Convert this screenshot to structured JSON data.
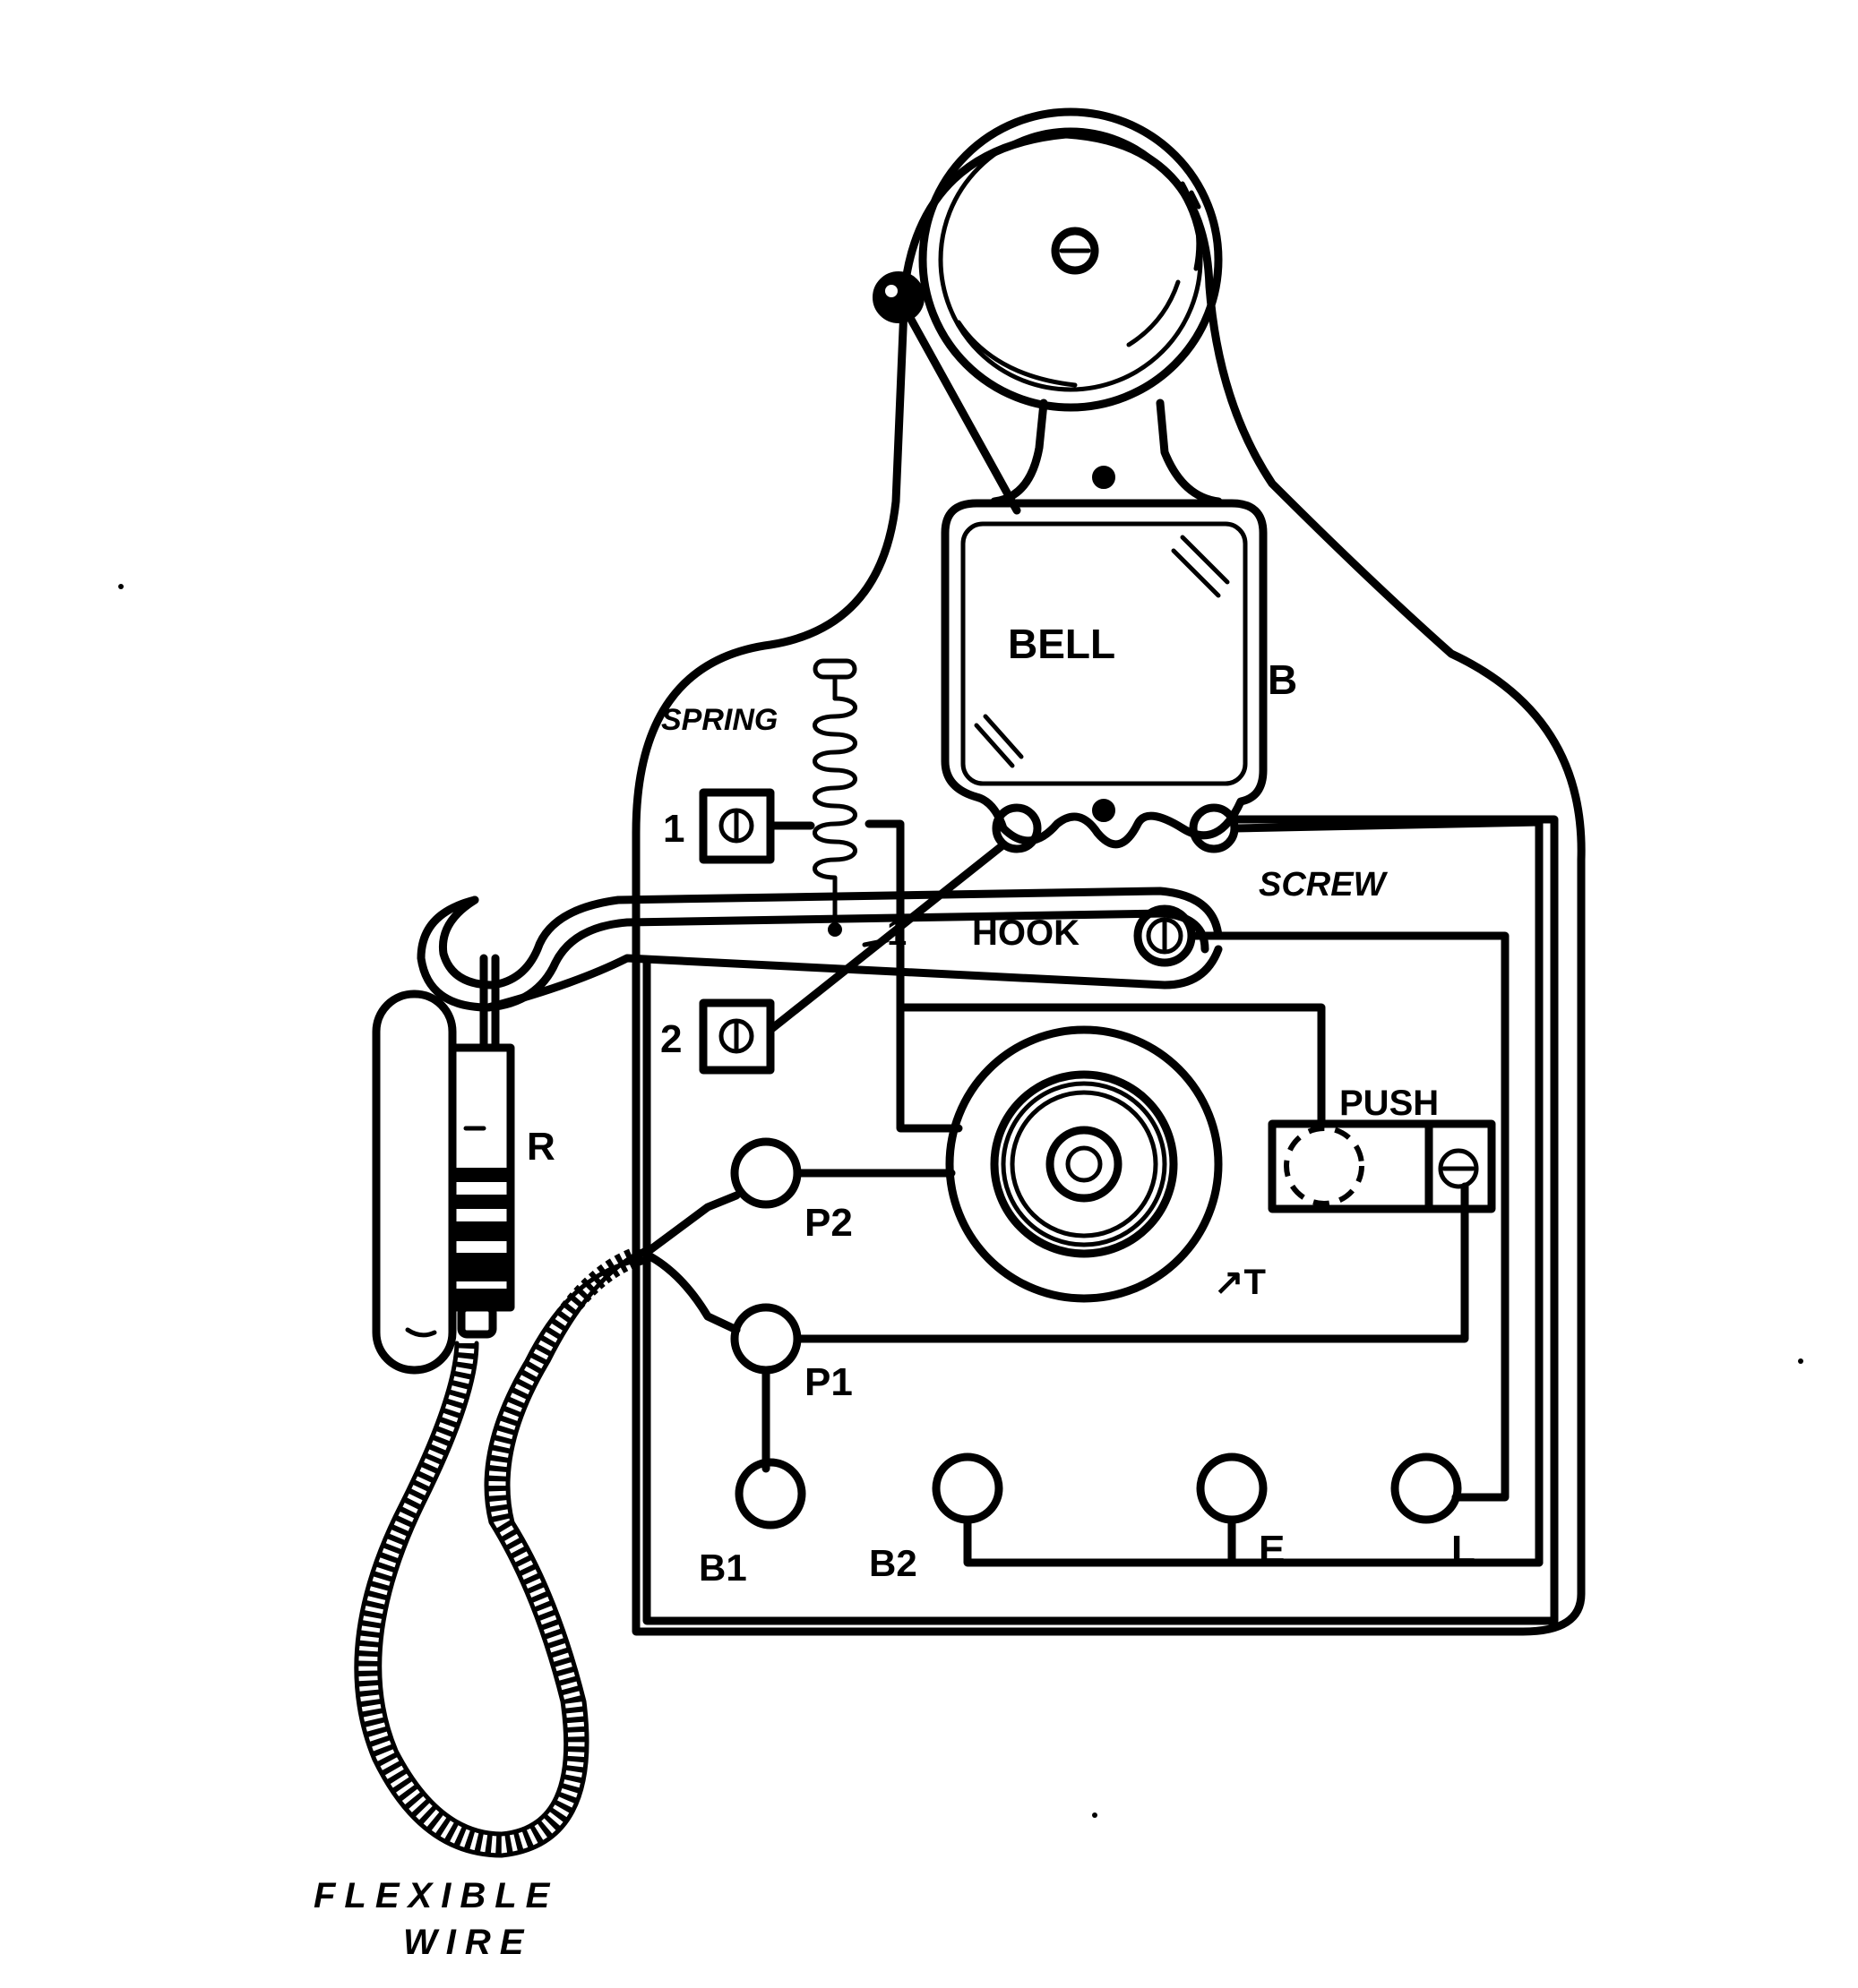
{
  "labels": {
    "bell": "BELL",
    "bell_letter": "B",
    "spring": "SPRING",
    "screw": "SCREW",
    "hook": "HOOK",
    "hook_number": "1",
    "terminal_1": "1",
    "terminal_2": "2",
    "receiver": "R",
    "push": "PUSH",
    "p2": "P2",
    "p1": "P1",
    "transmitter": "↗T",
    "b1": "B1",
    "b2": "B2",
    "e": "E",
    "l": "L",
    "flexible": "FLEXIBLE",
    "wire": "WIRE"
  },
  "colors": {
    "ink": "#000000",
    "paper": "#ffffff"
  }
}
